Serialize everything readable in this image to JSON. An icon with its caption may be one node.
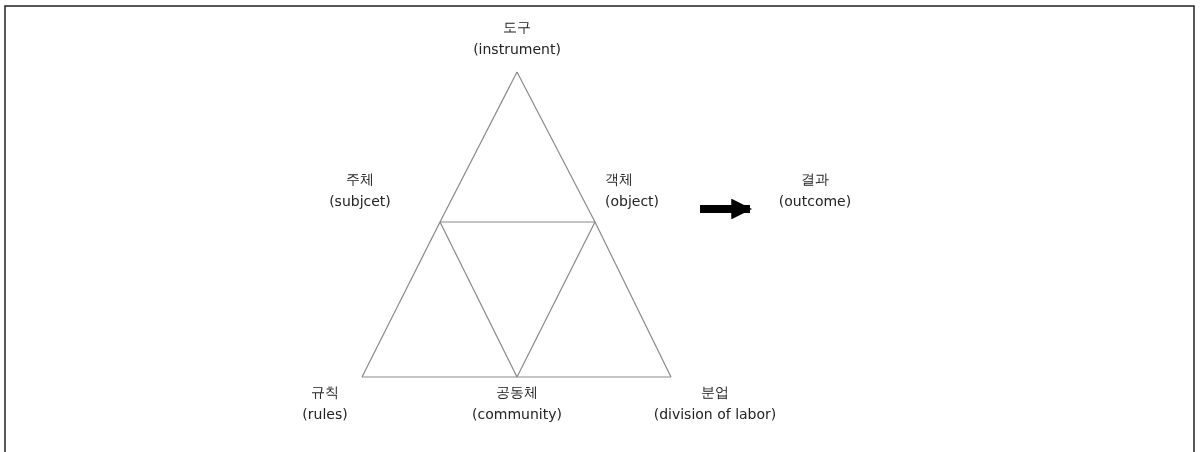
{
  "diagram": {
    "nodes": [
      {
        "text": [
          "도구",
          "(instrument)"
        ]
      },
      {
        "text": [
          "주체",
          "(subjcet)"
        ]
      },
      {
        "text": [
          "객체",
          "(object)"
        ]
      },
      {
        "text": [
          "결과",
          "(outcome)"
        ]
      },
      {
        "text": [
          "규칙",
          "(rules)"
        ]
      },
      {
        "text": [
          "공동체",
          "(community)"
        ]
      },
      {
        "text": [
          "분업",
          "(division of labor)"
        ]
      }
    ],
    "edges": [
      {
        "from": 0,
        "to": 1,
        "arrow": "none"
      },
      {
        "from": 0,
        "to": 2,
        "arrow": "none"
      },
      {
        "from": 1,
        "to": 2,
        "arrow": "none"
      },
      {
        "from": 1,
        "to": 4,
        "arrow": "none"
      },
      {
        "from": 1,
        "to": 5,
        "arrow": "none"
      },
      {
        "from": 2,
        "to": 5,
        "arrow": "none"
      },
      {
        "from": 2,
        "to": 6,
        "arrow": "none"
      },
      {
        "from": 4,
        "to": 5,
        "arrow": "none"
      },
      {
        "from": 5,
        "to": 6,
        "arrow": "none"
      },
      {
        "from": 2,
        "to": 3,
        "arrow": "to",
        "style": "thick",
        "color": "#000000"
      }
    ]
  }
}
